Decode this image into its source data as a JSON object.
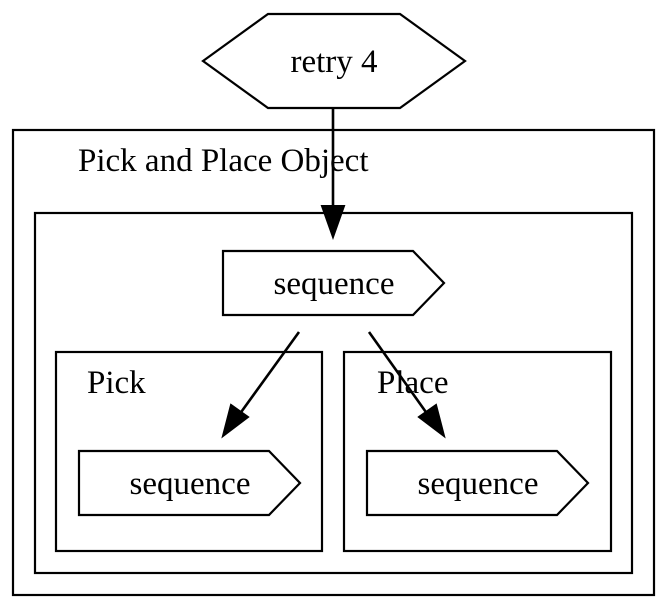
{
  "diagram": {
    "root_node": {
      "label": "retry 4"
    },
    "outer_cluster": {
      "title": "Pick and Place Object"
    },
    "inner_cluster": {
      "sequence_node": {
        "label": "sequence"
      }
    },
    "pick_cluster": {
      "title": "Pick",
      "sequence_node": {
        "label": "sequence"
      }
    },
    "place_cluster": {
      "title": "Place",
      "sequence_node": {
        "label": "sequence"
      }
    },
    "edges": [
      {
        "from": "retry 4",
        "to": "sequence"
      },
      {
        "from": "sequence",
        "to": "Pick / sequence"
      },
      {
        "from": "sequence",
        "to": "Place / sequence"
      }
    ]
  }
}
